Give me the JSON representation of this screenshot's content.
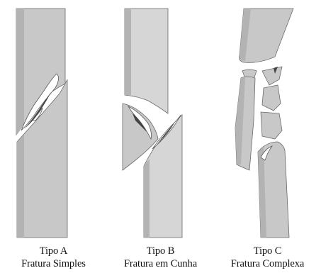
{
  "panels": [
    {
      "type": "Tipo A",
      "name": "Fratura Simples"
    },
    {
      "type": "Tipo B",
      "name": "Fratura em Cunha"
    },
    {
      "type": "Tipo C",
      "name": "Fratura Complexa"
    }
  ]
}
